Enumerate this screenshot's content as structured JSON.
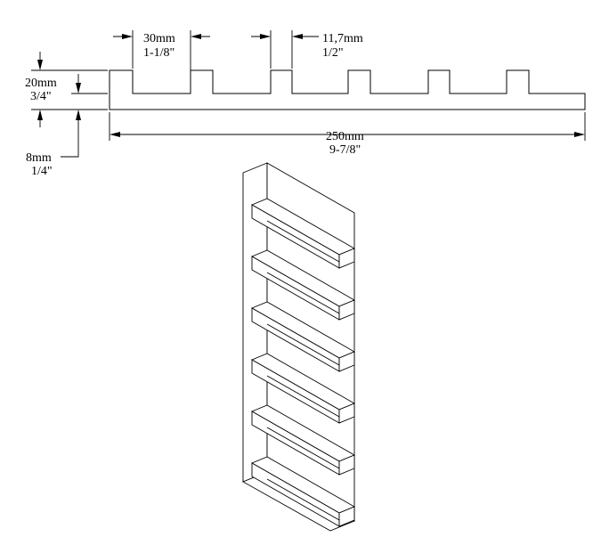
{
  "dimensions": {
    "tooth_width": {
      "metric": "30mm",
      "imperial": "1-1/8\""
    },
    "slot_width": {
      "metric": "11,7mm",
      "imperial": "1/2\""
    },
    "total_height": {
      "metric": "20mm",
      "imperial": "3/4\""
    },
    "slot_depth": {
      "metric": "8mm",
      "imperial": "1/4\""
    },
    "overall_length": {
      "metric": "250mm",
      "imperial": "9-7/8\""
    }
  },
  "profile": {
    "slot_count": 6
  },
  "isometric": {
    "slot_count": 6
  }
}
